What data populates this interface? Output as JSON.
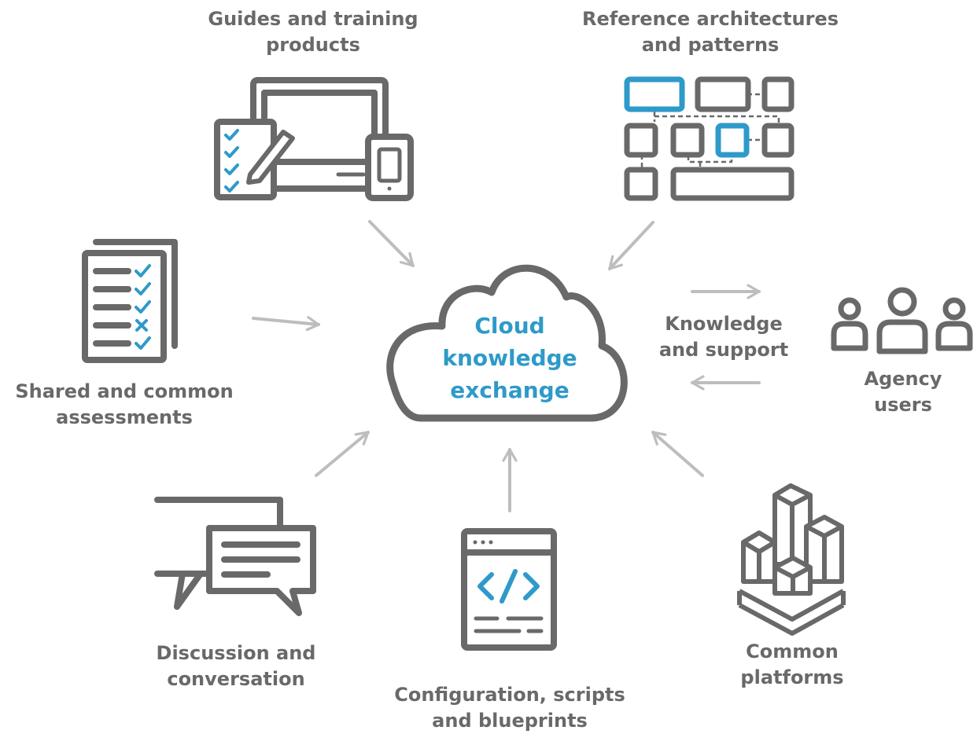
{
  "center": {
    "line1": "Cloud",
    "line2": "knowledge",
    "line3": "exchange"
  },
  "nodes": {
    "guides": {
      "line1": "Guides and training",
      "line2": "products"
    },
    "reference": {
      "line1": "Reference architectures",
      "line2": "and patterns"
    },
    "assessments": {
      "line1": "Shared and common",
      "line2": "assessments"
    },
    "agency": {
      "line1": "Agency",
      "line2": "users"
    },
    "discussion": {
      "line1": "Discussion and",
      "line2": "conversation"
    },
    "config": {
      "line1": "Configuration, scripts",
      "line2": "and blueprints"
    },
    "platforms": {
      "line1": "Common",
      "line2": "platforms"
    }
  },
  "link_label": {
    "line1": "Knowledge",
    "line2": "and support"
  },
  "colors": {
    "icon_gray": "#696969",
    "accent_blue": "#2e9ac9",
    "arrow_gray": "#bdbdbd"
  }
}
